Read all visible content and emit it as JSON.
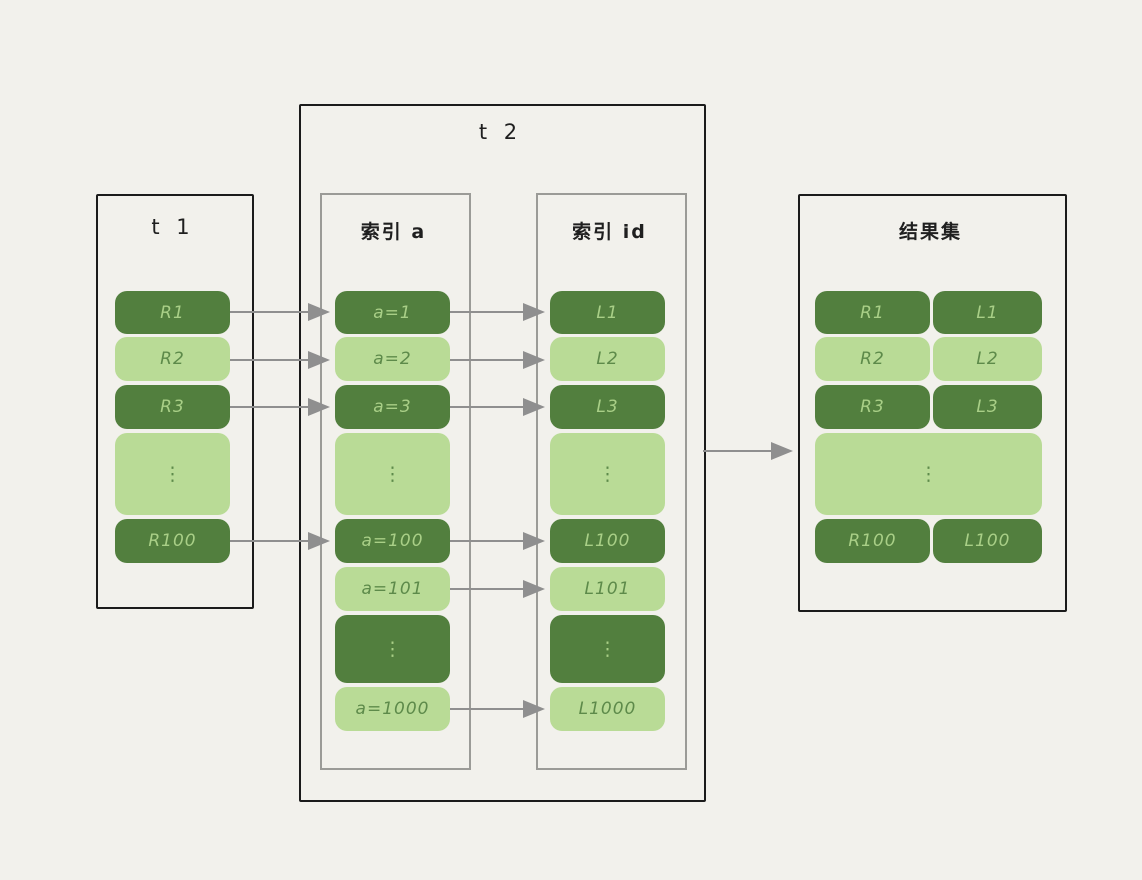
{
  "colors": {
    "background": "#f2f1ec",
    "outer_border": "#1b1b1b",
    "inner_border": "#9b9b97",
    "row_dark_green": "#527f3e",
    "row_light_green": "#b9db96",
    "text_on_dark": "#a9cf87",
    "text_on_light": "#5d8a4a",
    "arrow_gray": "#8f8f8f"
  },
  "t1": {
    "title": "t 1",
    "rows": [
      {
        "label": "R1",
        "tone": "dark"
      },
      {
        "label": "R2",
        "tone": "light"
      },
      {
        "label": "R3",
        "tone": "dark"
      },
      {
        "label": "⋮",
        "tone": "light"
      },
      {
        "label": "R100",
        "tone": "dark"
      }
    ]
  },
  "t2": {
    "title": "t 2",
    "index_a": {
      "title": "索引 a",
      "rows": [
        {
          "label": "a=1",
          "tone": "dark"
        },
        {
          "label": "a=2",
          "tone": "light"
        },
        {
          "label": "a=3",
          "tone": "dark"
        },
        {
          "label": "⋮",
          "tone": "light"
        },
        {
          "label": "a=100",
          "tone": "dark"
        },
        {
          "label": "a=101",
          "tone": "light"
        },
        {
          "label": "⋮",
          "tone": "dark"
        },
        {
          "label": "a=1000",
          "tone": "light"
        }
      ]
    },
    "index_id": {
      "title": "索引 id",
      "rows": [
        {
          "label": "L1",
          "tone": "dark"
        },
        {
          "label": "L2",
          "tone": "light"
        },
        {
          "label": "L3",
          "tone": "dark"
        },
        {
          "label": "⋮",
          "tone": "light"
        },
        {
          "label": "L100",
          "tone": "dark"
        },
        {
          "label": "L101",
          "tone": "light"
        },
        {
          "label": "⋮",
          "tone": "dark"
        },
        {
          "label": "L1000",
          "tone": "light"
        }
      ]
    }
  },
  "result": {
    "title": "结果集",
    "rows": [
      {
        "left": "R1",
        "right": "L1",
        "tone": "dark"
      },
      {
        "left": "R2",
        "right": "L2",
        "tone": "light"
      },
      {
        "left": "R3",
        "right": "L3",
        "tone": "dark"
      },
      {
        "dots": "⋮",
        "tone": "light"
      },
      {
        "left": "R100",
        "right": "L100",
        "tone": "dark"
      }
    ]
  }
}
